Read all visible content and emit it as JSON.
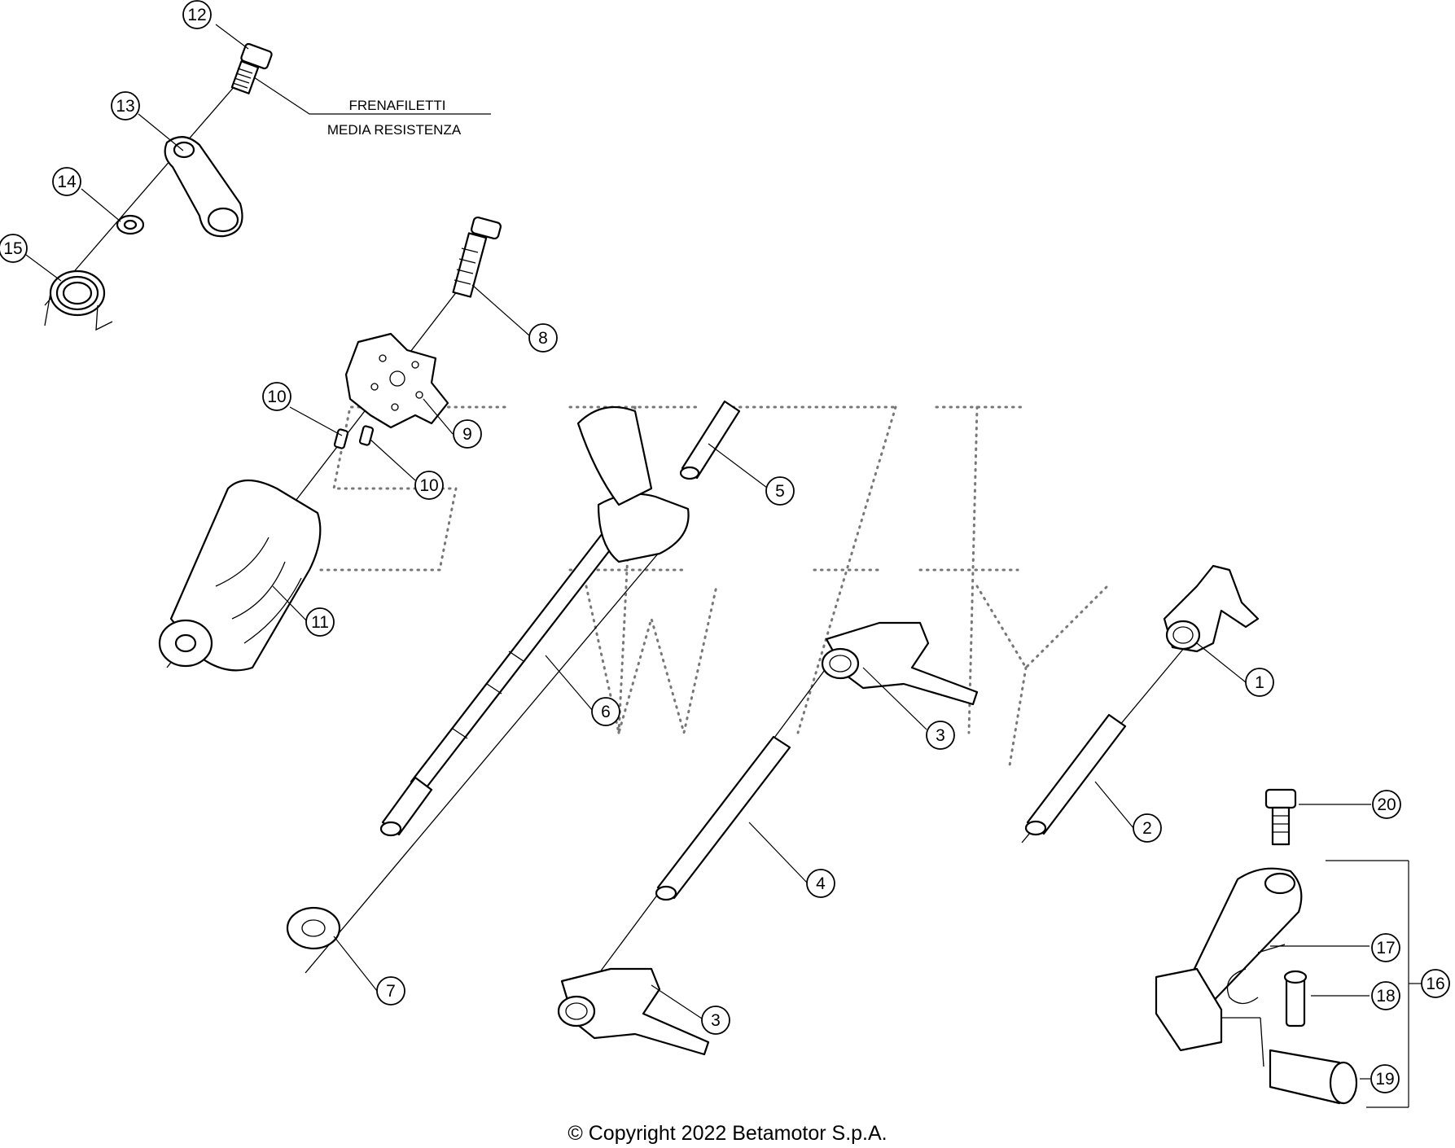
{
  "diagram": {
    "callouts": [
      {
        "id": "c1",
        "label": "1"
      },
      {
        "id": "c2",
        "label": "2"
      },
      {
        "id": "c3a",
        "label": "3"
      },
      {
        "id": "c3b",
        "label": "3"
      },
      {
        "id": "c4",
        "label": "4"
      },
      {
        "id": "c5",
        "label": "5"
      },
      {
        "id": "c6",
        "label": "6"
      },
      {
        "id": "c7",
        "label": "7"
      },
      {
        "id": "c8",
        "label": "8"
      },
      {
        "id": "c9",
        "label": "9"
      },
      {
        "id": "c10a",
        "label": "10"
      },
      {
        "id": "c10b",
        "label": "10"
      },
      {
        "id": "c11",
        "label": "11"
      },
      {
        "id": "c12",
        "label": "12"
      },
      {
        "id": "c13",
        "label": "13"
      },
      {
        "id": "c14",
        "label": "14"
      },
      {
        "id": "c15",
        "label": "15"
      },
      {
        "id": "c16",
        "label": "16"
      },
      {
        "id": "c17",
        "label": "17"
      },
      {
        "id": "c18",
        "label": "18"
      },
      {
        "id": "c19",
        "label": "19"
      },
      {
        "id": "c20",
        "label": "20"
      }
    ],
    "note": {
      "line1": "FRENAFILETTI",
      "line2": "MEDIA RESISTENZA"
    }
  },
  "footer": {
    "copyright": "© Copyright 2022 Betamotor S.p.A."
  }
}
